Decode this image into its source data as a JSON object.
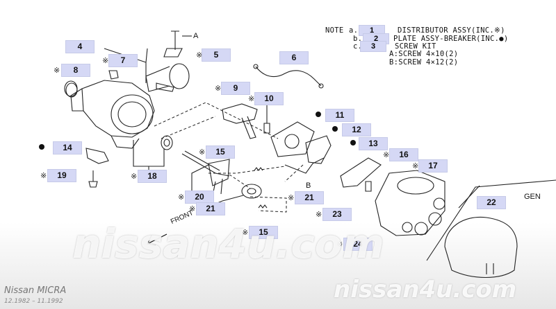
{
  "notes": {
    "heading": "NOTE",
    "rows": [
      {
        "letter": "a.",
        "num": "1",
        "text": "DISTRIBUTOR ASSY(INC.※)"
      },
      {
        "letter": "b.",
        "num": "2",
        "text": "PLATE ASSY-BREAKER(INC.●)"
      },
      {
        "letter": "c.",
        "num": "3",
        "text": "SCREW KIT"
      }
    ],
    "screw_a": "A:SCREW 4×10(2)",
    "screw_b": "B:SCREW 4×12(2)"
  },
  "callouts": {
    "c4": "4",
    "c5": "5",
    "c6": "6",
    "c7": "7",
    "c8": "8",
    "c9": "9",
    "c10": "10",
    "c11": "11",
    "c12": "12",
    "c13": "13",
    "c14": "14",
    "c15a": "15",
    "c15b": "15",
    "c16": "16",
    "c17": "17",
    "c18": "18",
    "c19": "19",
    "c20": "20",
    "c21a": "21",
    "c21b": "21",
    "c22": "22",
    "c23": "23",
    "c24": "24"
  },
  "symbols": {
    "star": "※"
  },
  "letters": {
    "A": "A",
    "B": "B"
  },
  "labels": {
    "gen": "GEN",
    "front": "FRONT"
  },
  "watermark": {
    "main": "nissan4u.com",
    "corner": "nissan4u.com"
  },
  "footer": {
    "model": "Nissan MICRA",
    "years": "12.1982 – 11.1992"
  }
}
